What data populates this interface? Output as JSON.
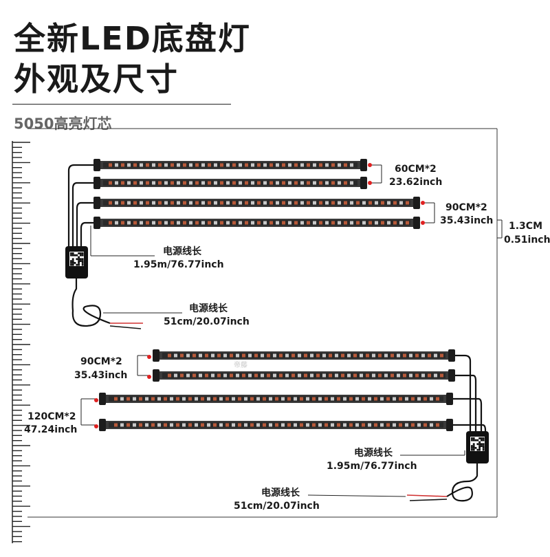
{
  "header": {
    "title_line1": "全新LED底盘灯",
    "title_line2": "外观及尺寸",
    "subtitle": "5050高亮灯芯"
  },
  "labels": {
    "top_60_cm": "60CM*2",
    "top_60_inch": "23.62inch",
    "top_90_cm": "90CM*2",
    "top_90_inch": "35.43inch",
    "width_cm": "1.3CM",
    "width_inch": "0.51inch",
    "top_cable_title": "电源线长",
    "top_cable_value": "1.95m/76.77inch",
    "top_power_title": "电源线长",
    "top_power_value": "51cm/20.07inch",
    "bottom_90_cm": "90CM*2",
    "bottom_90_inch": "35.43inch",
    "bottom_120_cm": "120CM*2",
    "bottom_120_inch": "47.24inch",
    "bottom_cable_title": "电源线长",
    "bottom_cable_value": "1.95m/76.77inch",
    "bottom_power_title": "电源线长",
    "bottom_power_value": "51cm/20.07inch"
  },
  "watermark": "帝藤",
  "colors": {
    "strip_body": "#3a3a3a",
    "led": "#b85a3a",
    "marker": "#e02020",
    "wire_red": "#d03030",
    "text": "#1a1a1a"
  }
}
